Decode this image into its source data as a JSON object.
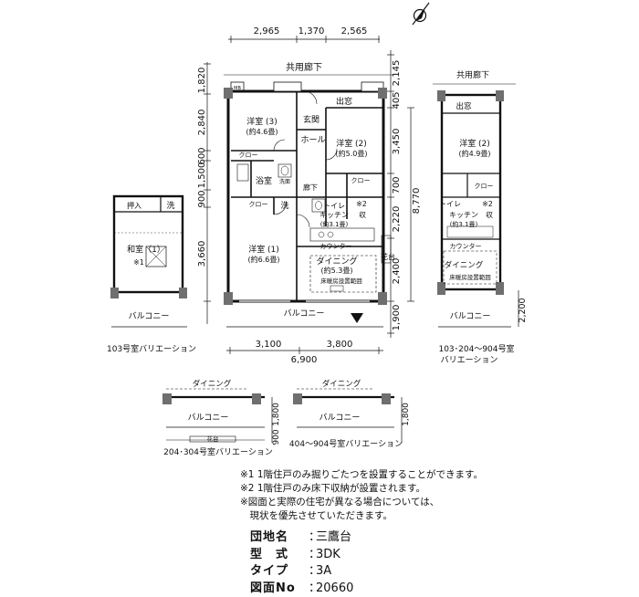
{
  "compass": {
    "icon": "north-arrow-icon"
  },
  "dims_top": [
    "2,965",
    "1,370",
    "2,565"
  ],
  "dims_bottom": [
    "3,100",
    "3,800"
  ],
  "dims_bottom_total": "6,900",
  "dims_left": [
    "1,820",
    "2,840",
    "600",
    "1,500",
    "900",
    "3,660"
  ],
  "dims_right": [
    "2,145",
    "405",
    "3,450",
    "700",
    "8,770",
    "2,220",
    "2,400",
    "1,900"
  ],
  "dim_variant_right": "2,200",
  "dims_small": {
    "a": "900",
    "b": "1,800",
    "c": "1,800"
  },
  "main": {
    "corridor": "共用廊下",
    "closet_top": "出窓",
    "room_w3": "洋室 (3)",
    "room_w3_size": "(約4.6畳)",
    "entrance": "玄関",
    "hall": "ホール",
    "room_w2": "洋室 (2)",
    "room_w2_size": "(約5.0畳)",
    "closet": "クロー\nゼット",
    "bath": "浴室",
    "washroom": "洗面\n脱衣室",
    "hallway": "廊下",
    "wash": "洗",
    "toilet": "トイレ",
    "note2": "※2",
    "storage": "収",
    "kitchen": "キッチン",
    "kitchen_size": "(約3.1畳)",
    "counter": "カウンター",
    "flower": "花台",
    "room_w1": "洋室 (1)",
    "room_w1_size": "(約6.6畳)",
    "dining": "ダイニング",
    "dining_size": "(約5.3畳)",
    "floor_heat": "床暖房設置範囲",
    "balcony": "バルコニー",
    "mb": "MB"
  },
  "var103": {
    "oshiire": "押入",
    "wash": "洗",
    "washitsu": "和室（1）",
    "note1": "※1",
    "balcony": "バルコニー",
    "caption": "103号室バリエーション"
  },
  "var204": {
    "corridor": "共用廊下",
    "closet_top": "出窓",
    "room_w2": "洋室 (2)",
    "room_w2_size": "(約4.9畳)",
    "closet": "クロー\nゼット",
    "toilet": "トイレ",
    "note2": "※2",
    "storage": "収",
    "kitchen": "キッチン",
    "kitchen_size": "(約3.1畳)",
    "counter": "カウンター",
    "dining": "ダイニング",
    "floor_heat": "床暖房設置範囲",
    "balcony": "バルコニー",
    "caption_l1": "103･204～904号室",
    "caption_l2": "バリエーション"
  },
  "var_a": {
    "dining": "ダイニング",
    "balcony": "バルコニー",
    "flower": "花台",
    "caption": "204･304号室バリエーション"
  },
  "var_b": {
    "dining": "ダイニング",
    "balcony": "バルコニー",
    "caption": "404～904号室バリエーション"
  },
  "notes": [
    "※1 1階住戸のみ掘りごたつを設置することができます。",
    "※2 1階住戸のみ床下収納が設置されます。",
    "※図面と実際の住宅が異なる場合については、",
    "　現状を優先させていただきます。"
  ],
  "info": [
    {
      "key": "団地名",
      "value": "三鷹台"
    },
    {
      "key": "型　式",
      "value": "3DK"
    },
    {
      "key": "タイプ",
      "value": "3A"
    },
    {
      "key": "図面No",
      "value": "20660"
    }
  ]
}
